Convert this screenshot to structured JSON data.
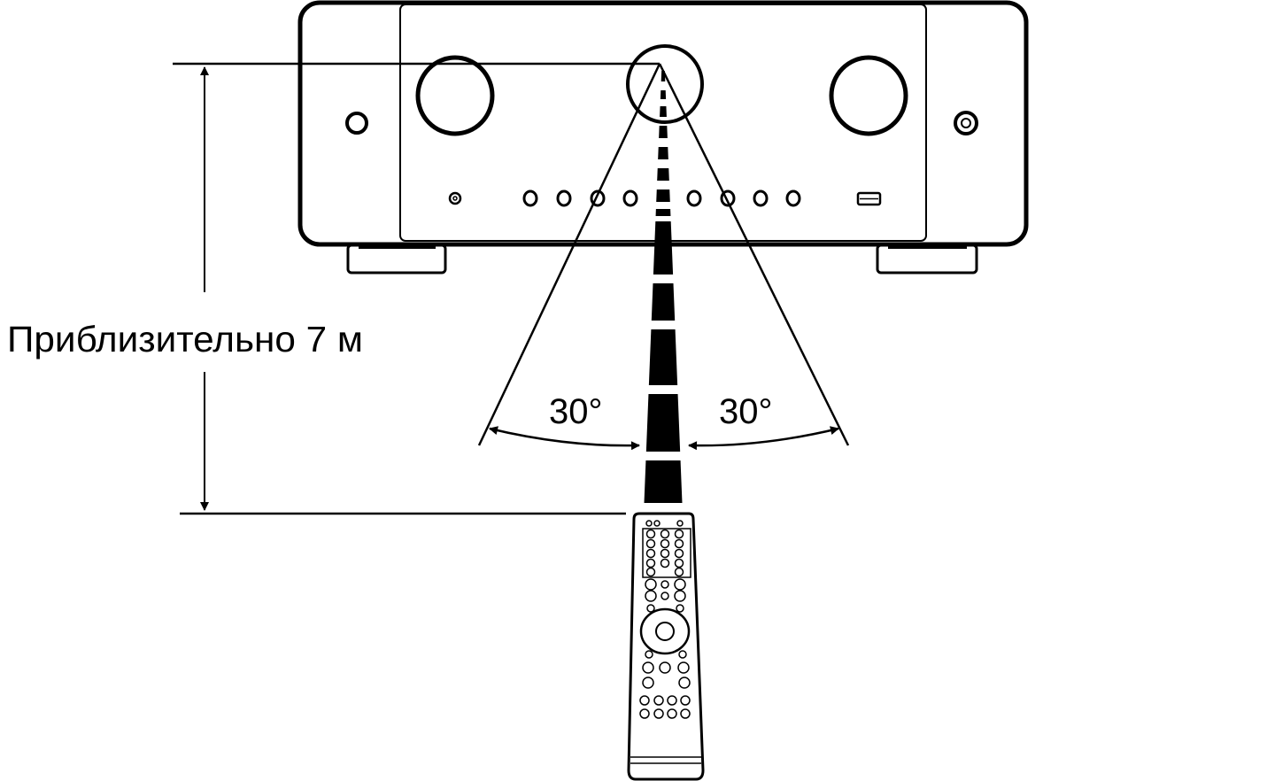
{
  "diagram": {
    "distance_label": "Приблизительно 7 м",
    "angle_left_label": "30°",
    "angle_right_label": "30°",
    "line_color": "#000000",
    "background": "#ffffff"
  }
}
